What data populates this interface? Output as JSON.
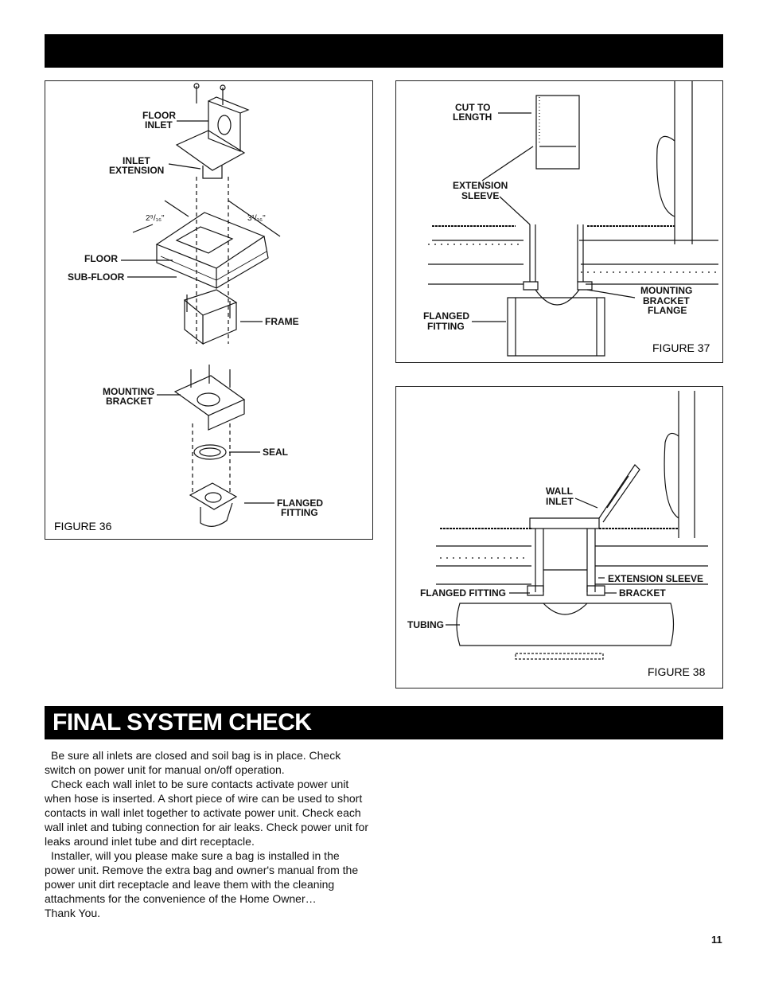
{
  "figure36": {
    "caption": "FIGURE 36",
    "labels": {
      "floor_inlet_1": "FLOOR",
      "floor_inlet_2": "INLET",
      "inlet_extension_1": "INLET",
      "inlet_extension_2": "EXTENSION",
      "dim_left": "2⁹/₁₆\"",
      "dim_right": "3¹/₁₆\"",
      "floor": "FLOOR",
      "sub_floor": "SUB-FLOOR",
      "frame": "FRAME",
      "mounting_bracket_1": "MOUNTING",
      "mounting_bracket_2": "BRACKET",
      "seal": "SEAL",
      "flanged_fitting_1": "FLANGED",
      "flanged_fitting_2": "FITTING"
    }
  },
  "figure37": {
    "caption": "FIGURE 37",
    "labels": {
      "cut_to_length_1": "CUT TO",
      "cut_to_length_2": "LENGTH",
      "extension_sleeve_1": "EXTENSION",
      "extension_sleeve_2": "SLEEVE",
      "mounting_bracket_flange_1": "MOUNTING",
      "mounting_bracket_flange_2": "BRACKET",
      "mounting_bracket_flange_3": "FLANGE",
      "flanged_fitting_1": "FLANGED",
      "flanged_fitting_2": "FITTING"
    }
  },
  "figure38": {
    "caption": "FIGURE 38",
    "labels": {
      "wall_inlet_1": "WALL",
      "wall_inlet_2": "INLET",
      "extension_sleeve": "EXTENSION SLEEVE",
      "flanged_fitting": "FLANGED FITTING",
      "bracket": "BRACKET",
      "tubing": "TUBING"
    }
  },
  "section": {
    "title": "FINAL SYSTEM CHECK",
    "paragraphs": [
      "Be sure all inlets are closed and soil bag is in place. Check switch on power unit for manual on/off operation.",
      "Check each wall inlet to be sure contacts activate power unit when hose is inserted. A short piece of wire can be used to short contacts in wall inlet together to activate power unit. Check each wall inlet and tubing connection for air leaks. Check power unit for leaks around inlet tube and dirt receptacle.",
      "Installer, will you please make sure a bag is installed in the power unit. Remove the extra bag and owner's manual from the power unit dirt receptacle and leave them with the cleaning attachments for the convenience of the Home Owner…"
    ],
    "closing": "Thank You."
  },
  "page_number": "11"
}
